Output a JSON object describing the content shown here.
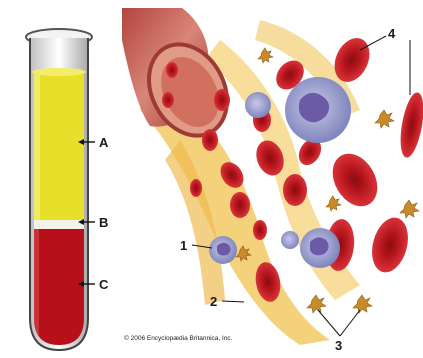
{
  "tube_labels": {
    "a": "A",
    "b": "B",
    "c": "C"
  },
  "callouts": {
    "n1": "1",
    "n2": "2",
    "n3": "3",
    "n4": "4"
  },
  "copyright": "© 2006 Encyclopædia Britannica, Inc.",
  "colors": {
    "plasma": "#e8df2a",
    "buffy_coat": "#f4f3ea",
    "red_cells_layer": "#b8101a",
    "erythrocyte": "#c01a22",
    "vessel_wall": "#c45550",
    "plasma_fluid": "#f0c35a",
    "leukocyte": "#9da3cf",
    "platelet": "#c98a2a"
  }
}
